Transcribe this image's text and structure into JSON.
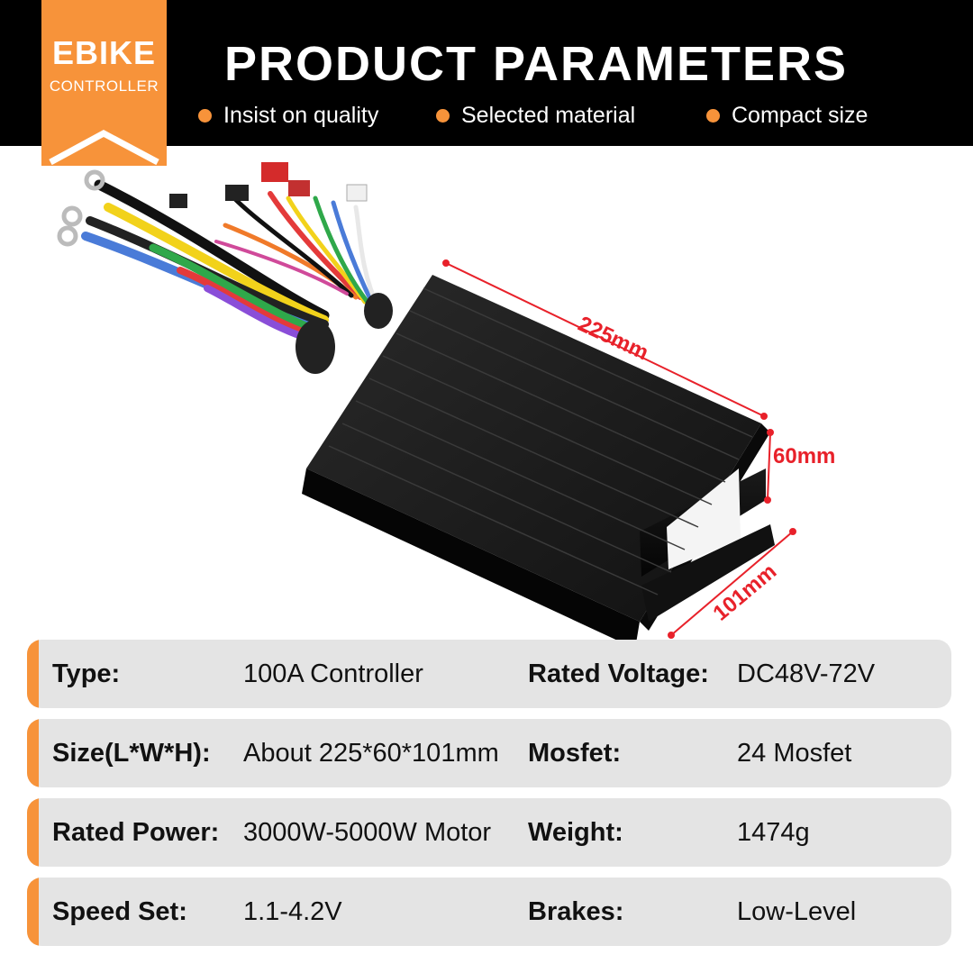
{
  "badge": {
    "brand": "EBIKE",
    "subtitle": "CONTROLLER"
  },
  "header": {
    "title": "PRODUCT  PARAMETERS"
  },
  "features": [
    "Insist on quality",
    "Selected material",
    "Compact size"
  ],
  "dimensions": {
    "length": "225mm",
    "height": "60mm",
    "width": "101mm"
  },
  "specs": [
    {
      "label": "Type:",
      "value": "100A  Controller",
      "label2": "Rated Voltage:",
      "value2": "DC48V-72V"
    },
    {
      "label": "Size(L*W*H):",
      "value": "About 225*60*101mm",
      "label2": "Mosfet:",
      "value2": "24 Mosfet"
    },
    {
      "label": "Rated Power:",
      "value": "3000W-5000W Motor",
      "label2": "Weight:",
      "value2": "1474g"
    },
    {
      "label": "Speed Set:",
      "value": "1.1-4.2V",
      "label2": "Brakes:",
      "value2": "Low-Level"
    }
  ],
  "colors": {
    "accent": "#f7933a",
    "dimension": "#e8212a",
    "row_bg": "#e4e4e4"
  }
}
